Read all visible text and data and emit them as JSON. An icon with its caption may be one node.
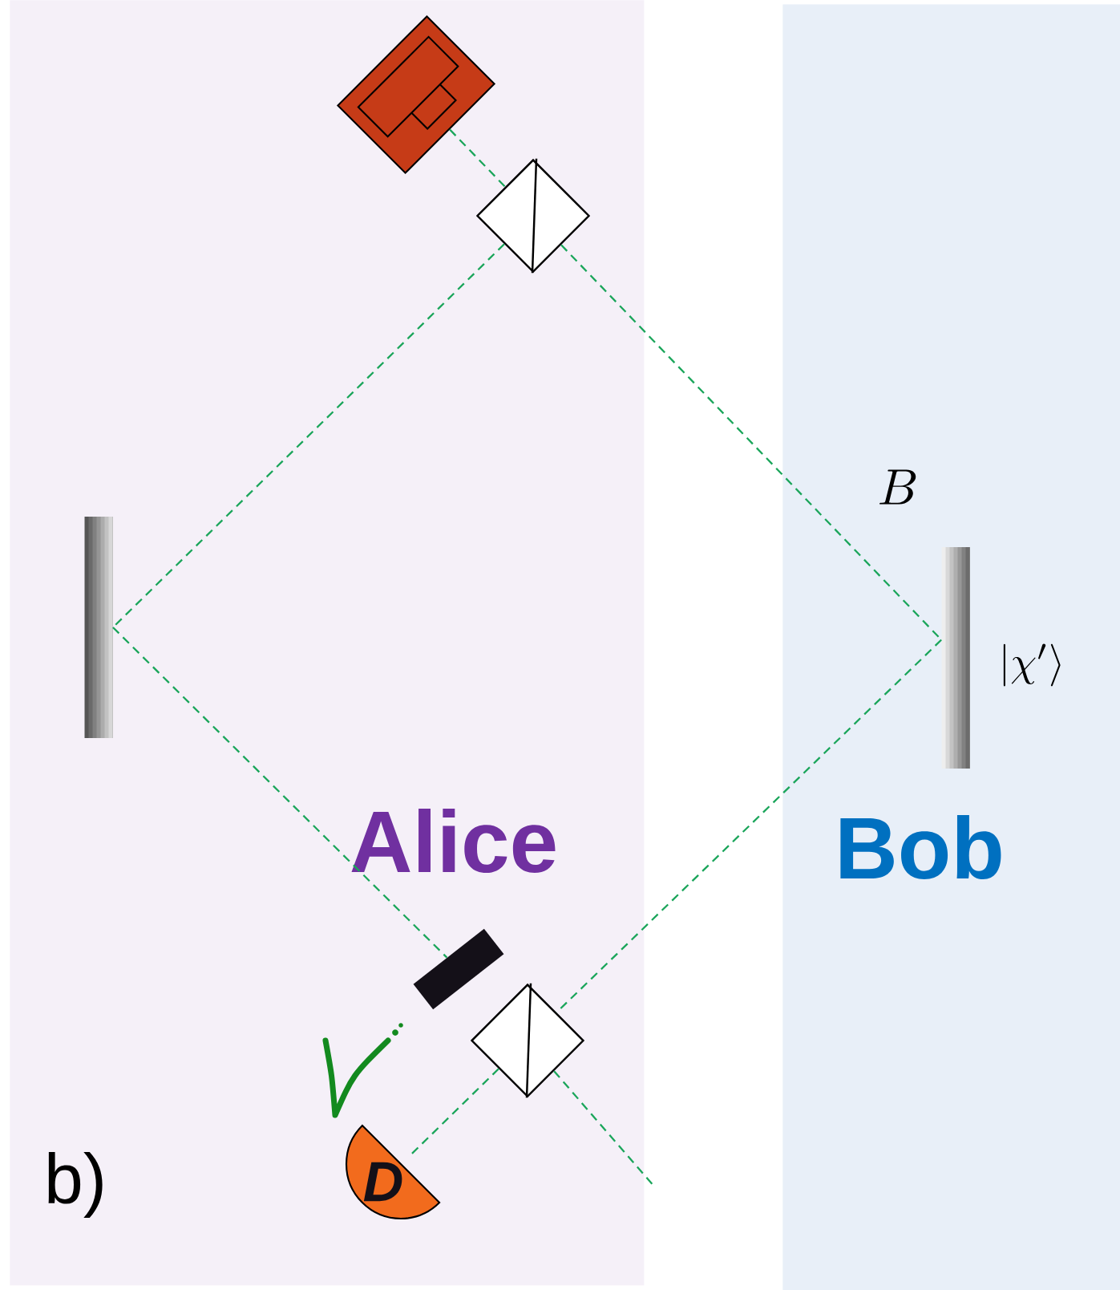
{
  "diagram": {
    "nodes": [
      {
        "text": [
          "Alice"
        ]
      },
      {
        "text": [
          "Bob"
        ]
      },
      {
        "text": [],
        "shape": "picture",
        "in": 0
      },
      {
        "text": [],
        "shape": "diamond",
        "in": 0
      },
      {
        "text": [],
        "shape": "bar",
        "in": 0
      },
      {
        "text": [],
        "shape": "bar",
        "in": 1,
        "beside": [
          "|\\chi'\\rangle"
        ]
      },
      {
        "text": [],
        "shape": "bar",
        "in": 0
      },
      {
        "text": [],
        "shape": "diamond",
        "in": 0
      },
      {
        "text": [
          "D"
        ],
        "in": 0
      }
    ],
    "edges": [
      {
        "from": 2,
        "to": 3,
        "arrow": "none",
        "style": "dashed"
      },
      {
        "from": 3,
        "to": 4,
        "arrow": "none",
        "style": "dashed"
      },
      {
        "from": 3,
        "to": 5,
        "arrow": "none",
        "style": "dashed"
      },
      {
        "from": 4,
        "to": 6,
        "arrow": "none",
        "style": "dashed"
      },
      {
        "from": 5,
        "to": 7,
        "arrow": "none",
        "style": "dashed"
      },
      {
        "from": 7,
        "to": 8,
        "arrow": "none",
        "style": "dashed"
      },
      {
        "from": 7,
        "to": null,
        "arrow": "none",
        "style": "dashed"
      }
    ],
    "labels": [
      "B",
      "b)"
    ]
  }
}
